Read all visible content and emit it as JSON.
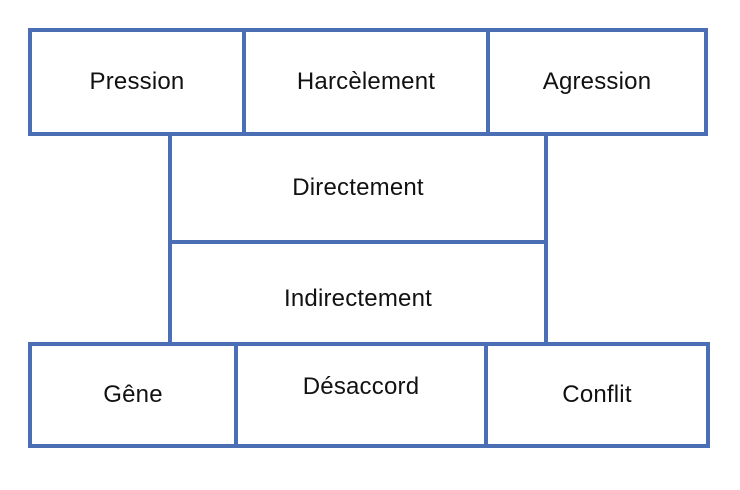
{
  "diagram": {
    "top_row": {
      "left": "Pression",
      "center": "Harcèlement",
      "right": "Agression"
    },
    "middle": {
      "upper": "Directement",
      "lower": "Indirectement"
    },
    "bottom_row": {
      "left": "Gêne",
      "center": "Désaccord",
      "right": "Conflit"
    }
  },
  "colors": {
    "border": "#4b6fb5",
    "text": "#111111",
    "background": "#ffffff"
  }
}
